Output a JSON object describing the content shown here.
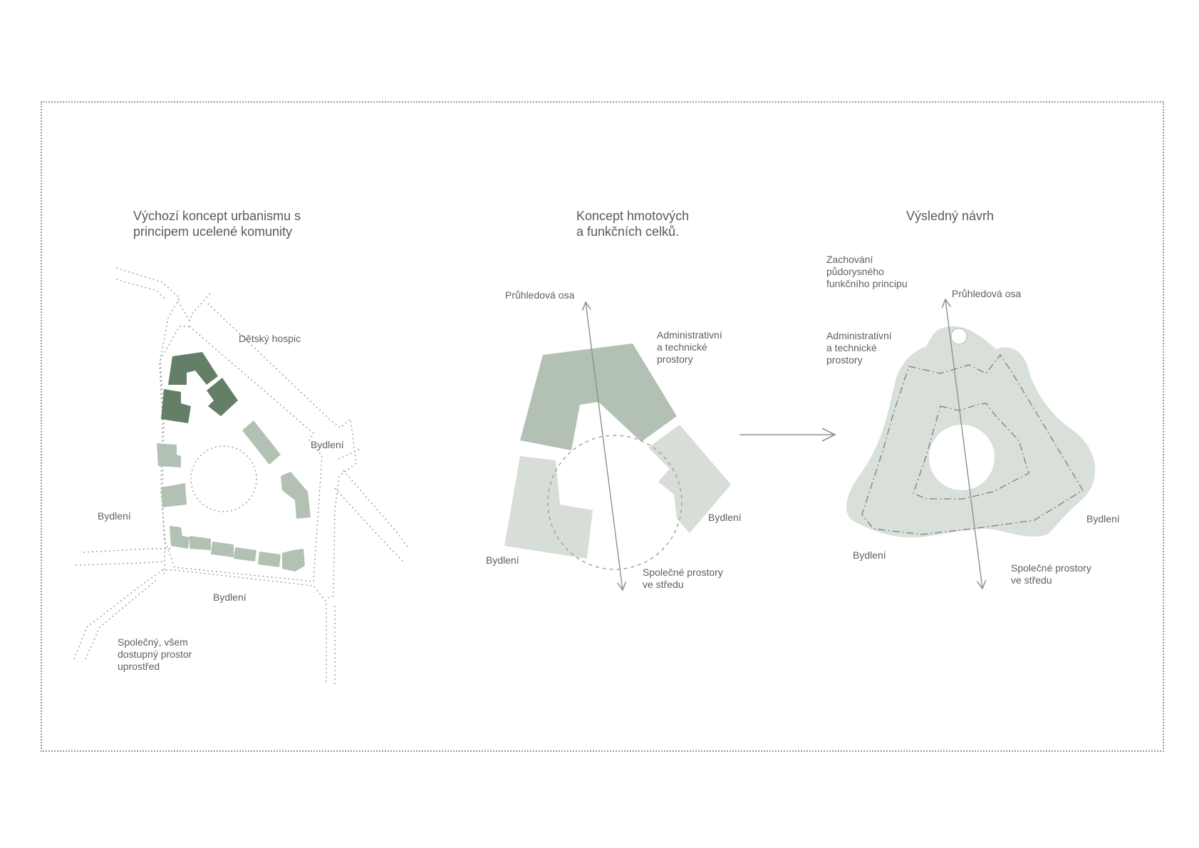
{
  "colors": {
    "dark_green": "#647f68",
    "mid_green": "#b3c0b4",
    "light_green": "#d7ddd7",
    "blob": "#d9dfd9",
    "line": "#8a948b",
    "text": "#5a5a5a"
  },
  "panel_left": {
    "title": "Výchozí koncept urbanismu s\nprincipem ucelené komunity",
    "labels": {
      "hospic": "Dětský hospic",
      "bydleni_right": "Bydlení",
      "bydleni_left": "Bydlení",
      "bydleni_bottom": "Bydlení",
      "common": "Společný, všem\ndostupný prostor\nuprostřed"
    }
  },
  "panel_middle": {
    "title": "Koncept hmotových\na funkčních celků.",
    "labels": {
      "axis": "Průhledová osa",
      "admin": "Administrativní\na technické\nprostory",
      "bydleni_right": "Bydlení",
      "bydleni_left": "Bydlení",
      "common": "Společné prostory\nve středu"
    }
  },
  "panel_right": {
    "title": "Výsledný návrh",
    "labels": {
      "preserve": "Zachování\npůdorysného\nfunkčního principu",
      "axis": "Průhledová osa",
      "admin": "Administrativní\na technické\nprostory",
      "bydleni_right": "Bydlení",
      "bydleni_left": "Bydlení",
      "common": "Společné prostory\nve středu"
    }
  }
}
